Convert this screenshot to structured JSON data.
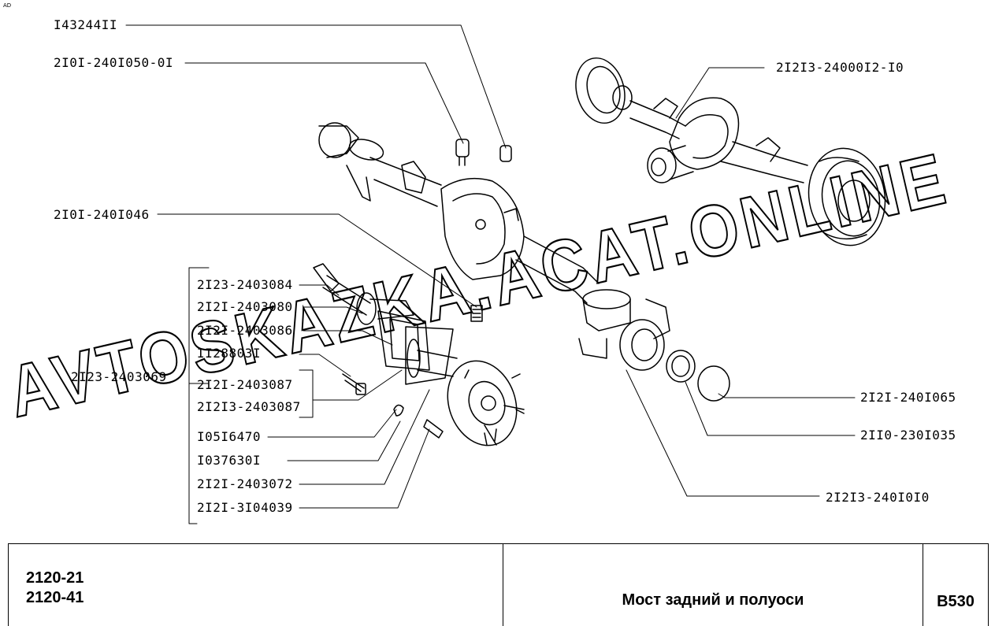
{
  "corner_mark": "AD",
  "callouts": {
    "c1": "I43244II",
    "c2": "2I0I-240I050-0I",
    "c3": "2I2I3-24000I2-I0",
    "c4": "2I0I-240I046",
    "c5": "2I23-2403084",
    "c6": "2I2I-2403080",
    "c7": "2I2I-2403086",
    "c8": "II28803I",
    "c9": "2I23-2403069",
    "c10": "2I2I-2403087",
    "c11": "2I2I3-2403087",
    "c12": "I05I6470",
    "c13": "I037630I",
    "c14": "2I2I-2403072",
    "c15": "2I2I-3I04039",
    "c16": "2I2I-240I065",
    "c17": "2II0-230I035",
    "c18": "2I2I3-240I0I0"
  },
  "watermark": "AVTOSKAZKA.ACAT.ONLINE",
  "title_block": {
    "model_1": "2120-21",
    "model_2": "2120-41",
    "title": "Мост задний и полуоси",
    "code": "B530"
  }
}
